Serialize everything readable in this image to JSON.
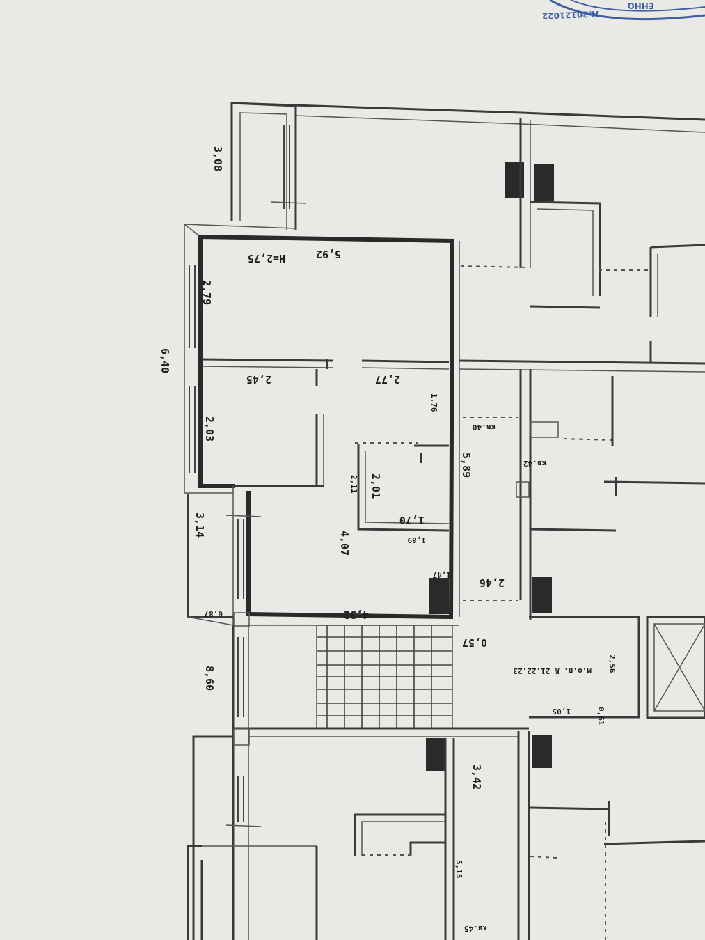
{
  "stamp": {
    "text": "ЕННО",
    "number": "№20121022",
    "color": "#3f5ea8"
  },
  "labels": {
    "height": "H=2,75",
    "d_592": "5,92",
    "d_308": "3,08",
    "d_279": "2,79",
    "d_640": "6,40",
    "d_245": "2,45",
    "d_277": "2,77",
    "d_203": "2,03",
    "d_176": "1,76",
    "d_589": "5,89",
    "d_201": "2,01",
    "d_211": "2,11",
    "d_170": "1,70",
    "d_189": "1,89",
    "d_314": "3,14",
    "d_407": "4,07",
    "d_432": "4,32",
    "d_087": "0,87",
    "d_246": "2,46",
    "d_147": "1,47",
    "d_057": "0,57",
    "d_860": "8,60",
    "d_256": "2,56",
    "d_342": "3,42",
    "d_515": "5,15",
    "door_40": "кв.40",
    "door_42": "кв.42",
    "door_45": "кв.45",
    "mop": "м.о.п. № 21.22.23",
    "d_105": "1,05",
    "d_061": "0,61"
  },
  "colors": {
    "paper": "#e9e9e6",
    "ink": "#2a2a2a"
  }
}
